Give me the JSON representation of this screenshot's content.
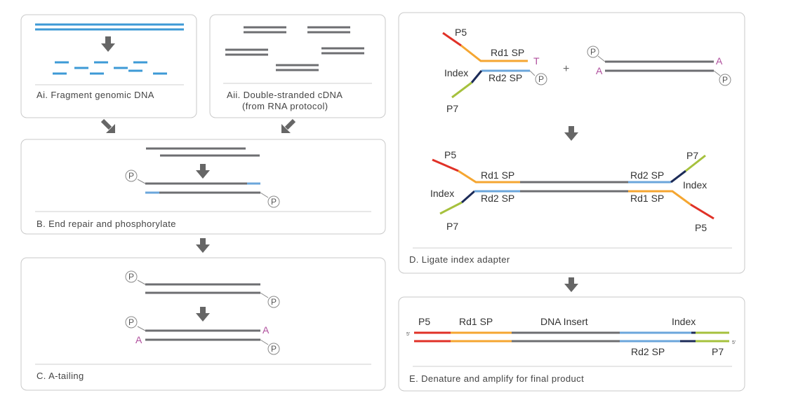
{
  "colors": {
    "genomic_dna": "#3d9ad6",
    "strand": "#6d6e71",
    "p5": "#e03127",
    "p7": "#a6c13d",
    "rd1_sp": "#f5a631",
    "rd2_sp": "#6ba6db",
    "index": "#1c2b58",
    "base_label": "#b0509e"
  },
  "panels": {
    "ai": {
      "caption": "Ai. Fragment genomic DNA"
    },
    "aii": {
      "caption_line1": "Aii. Double-stranded cDNA",
      "caption_line2": "(from RNA protocol)"
    },
    "b": {
      "caption": "B. End repair and phosphorylate"
    },
    "c": {
      "caption": "C. A-tailing"
    },
    "d": {
      "caption": "D. Ligate index adapter"
    },
    "e": {
      "caption": "E. Denature and amplify for final product"
    }
  },
  "labels": {
    "phosphate": "P",
    "a_base": "A",
    "t_base": "T",
    "plus": "+",
    "p5": "P5",
    "p7": "P7",
    "rd1_sp": "Rd1 SP",
    "rd2_sp": "Rd2 SP",
    "index": "Index",
    "dna_insert": "DNA Insert",
    "five_prime": "5'"
  }
}
